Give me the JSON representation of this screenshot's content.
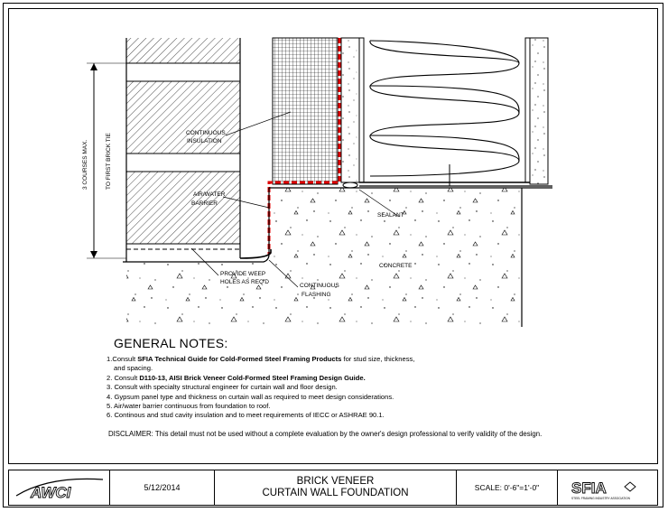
{
  "drawing": {
    "labels": {
      "dimension": "3 COURSES MAX.",
      "dimension_2": "TO FIRST BRICK TIE",
      "insulation_1": "CONTINUOUS",
      "insulation_2": "INSULATION",
      "barrier_1": "AIR/WATER",
      "barrier_2": "BARRIER",
      "sealant": "SEALANT",
      "weep_1": "PROVIDE WEEP",
      "weep_2": "HOLES AS REQ'D",
      "flashing_1": "CONTINUOUS",
      "flashing_2": "FLASHING",
      "concrete": "CONCRETE"
    }
  },
  "notes": {
    "title": "GENERAL NOTES:",
    "n1_a": "1.Consult ",
    "n1_b": "SFIA Technical Guide for Cold-Formed Steel Framing Products",
    "n1_c": " for stud size, thickness,",
    "n1_d": "and spacing.",
    "n2_a": "2. Consult ",
    "n2_b": "D110-13, AISI Brick Veneer Cold-Formed Steel Framing Design Guide.",
    "n3": "3. Consult with specialty structural engineer for curtain wall and floor design.",
    "n4": "4. Gypsum panel type and thickness on curtain wall as required to meet design considerations.",
    "n5": "5. Air/water barrier continuous from foundation to roof.",
    "n6": "6. Continous and stud cavity insulation and to meet requirements of IECC or ASHRAE 90.1.",
    "disclaimer": "DISCLAIMER: This detail must not be used without a complete evaluation by the owner's design professional to verify validity of the design."
  },
  "title_block": {
    "logo_left": "AWCI",
    "date": "5/12/2014",
    "title_1": "BRICK VENEER",
    "title_2": "CURTAIN WALL FOUNDATION",
    "scale": "SCALE: 0'-6\"=1'-0\"",
    "logo_right": "SFIA",
    "logo_right_sub": "STEEL FRAMING INDUSTRY ASSOCIATION"
  }
}
